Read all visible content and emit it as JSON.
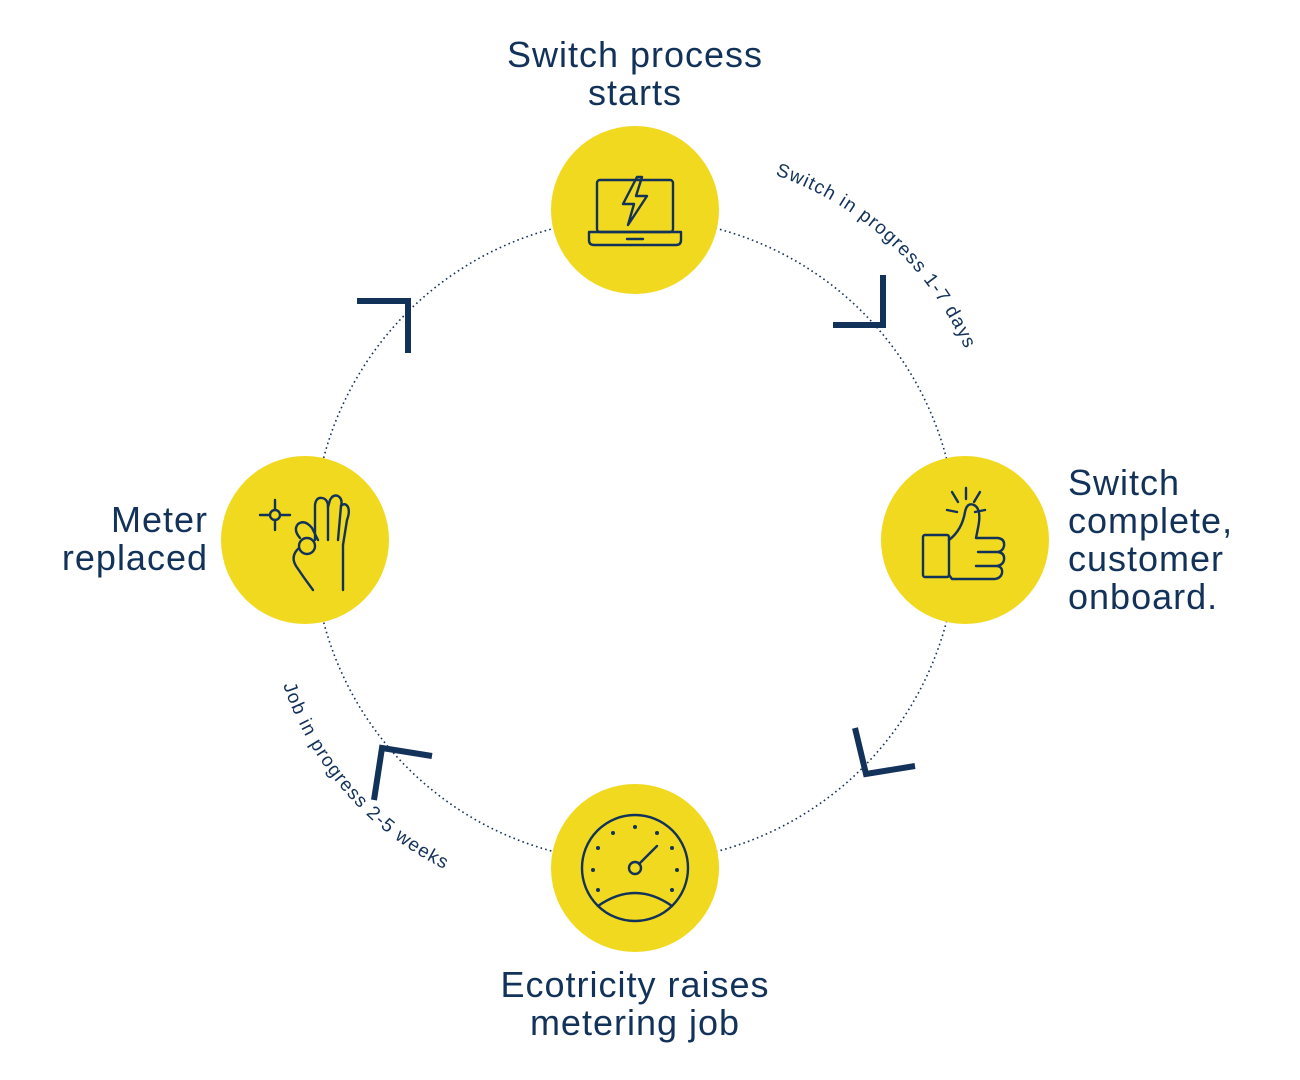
{
  "stages": {
    "top": {
      "line1": "Switch process",
      "line2": "starts"
    },
    "right": {
      "line1": "Switch",
      "line2": "complete,",
      "line3": "customer",
      "line4": "onboard."
    },
    "bottom": {
      "line1": "Ecotricity raises",
      "line2": "metering job"
    },
    "left": {
      "line1": "Meter",
      "line2": "replaced"
    }
  },
  "durations": {
    "upper_right": "Switch in progress 1-7 days",
    "lower_left": "Job in progress 2-5 weeks"
  },
  "icons": {
    "top": "laptop-lightning-icon",
    "right": "thumbs-up-icon",
    "bottom": "speedometer-icon",
    "left": "ok-hand-icon"
  },
  "colors": {
    "node_fill": "#f0d91e",
    "navy": "#13325a"
  }
}
